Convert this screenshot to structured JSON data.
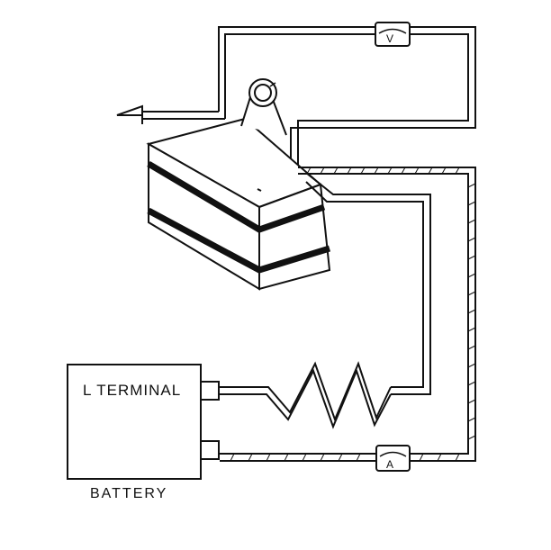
{
  "diagram": {
    "battery": {
      "terminal_label": "L TERMINAL",
      "caption": "BATTERY"
    },
    "meters": {
      "voltmeter_symbol": "V",
      "ammeter_symbol": "A"
    },
    "icons": [
      "alternator-icon",
      "voltmeter-icon",
      "ammeter-icon",
      "resistor-icon",
      "battery-icon",
      "arrow-left-icon"
    ],
    "colors": {
      "ink": "#111111",
      "background": "#ffffff"
    }
  }
}
